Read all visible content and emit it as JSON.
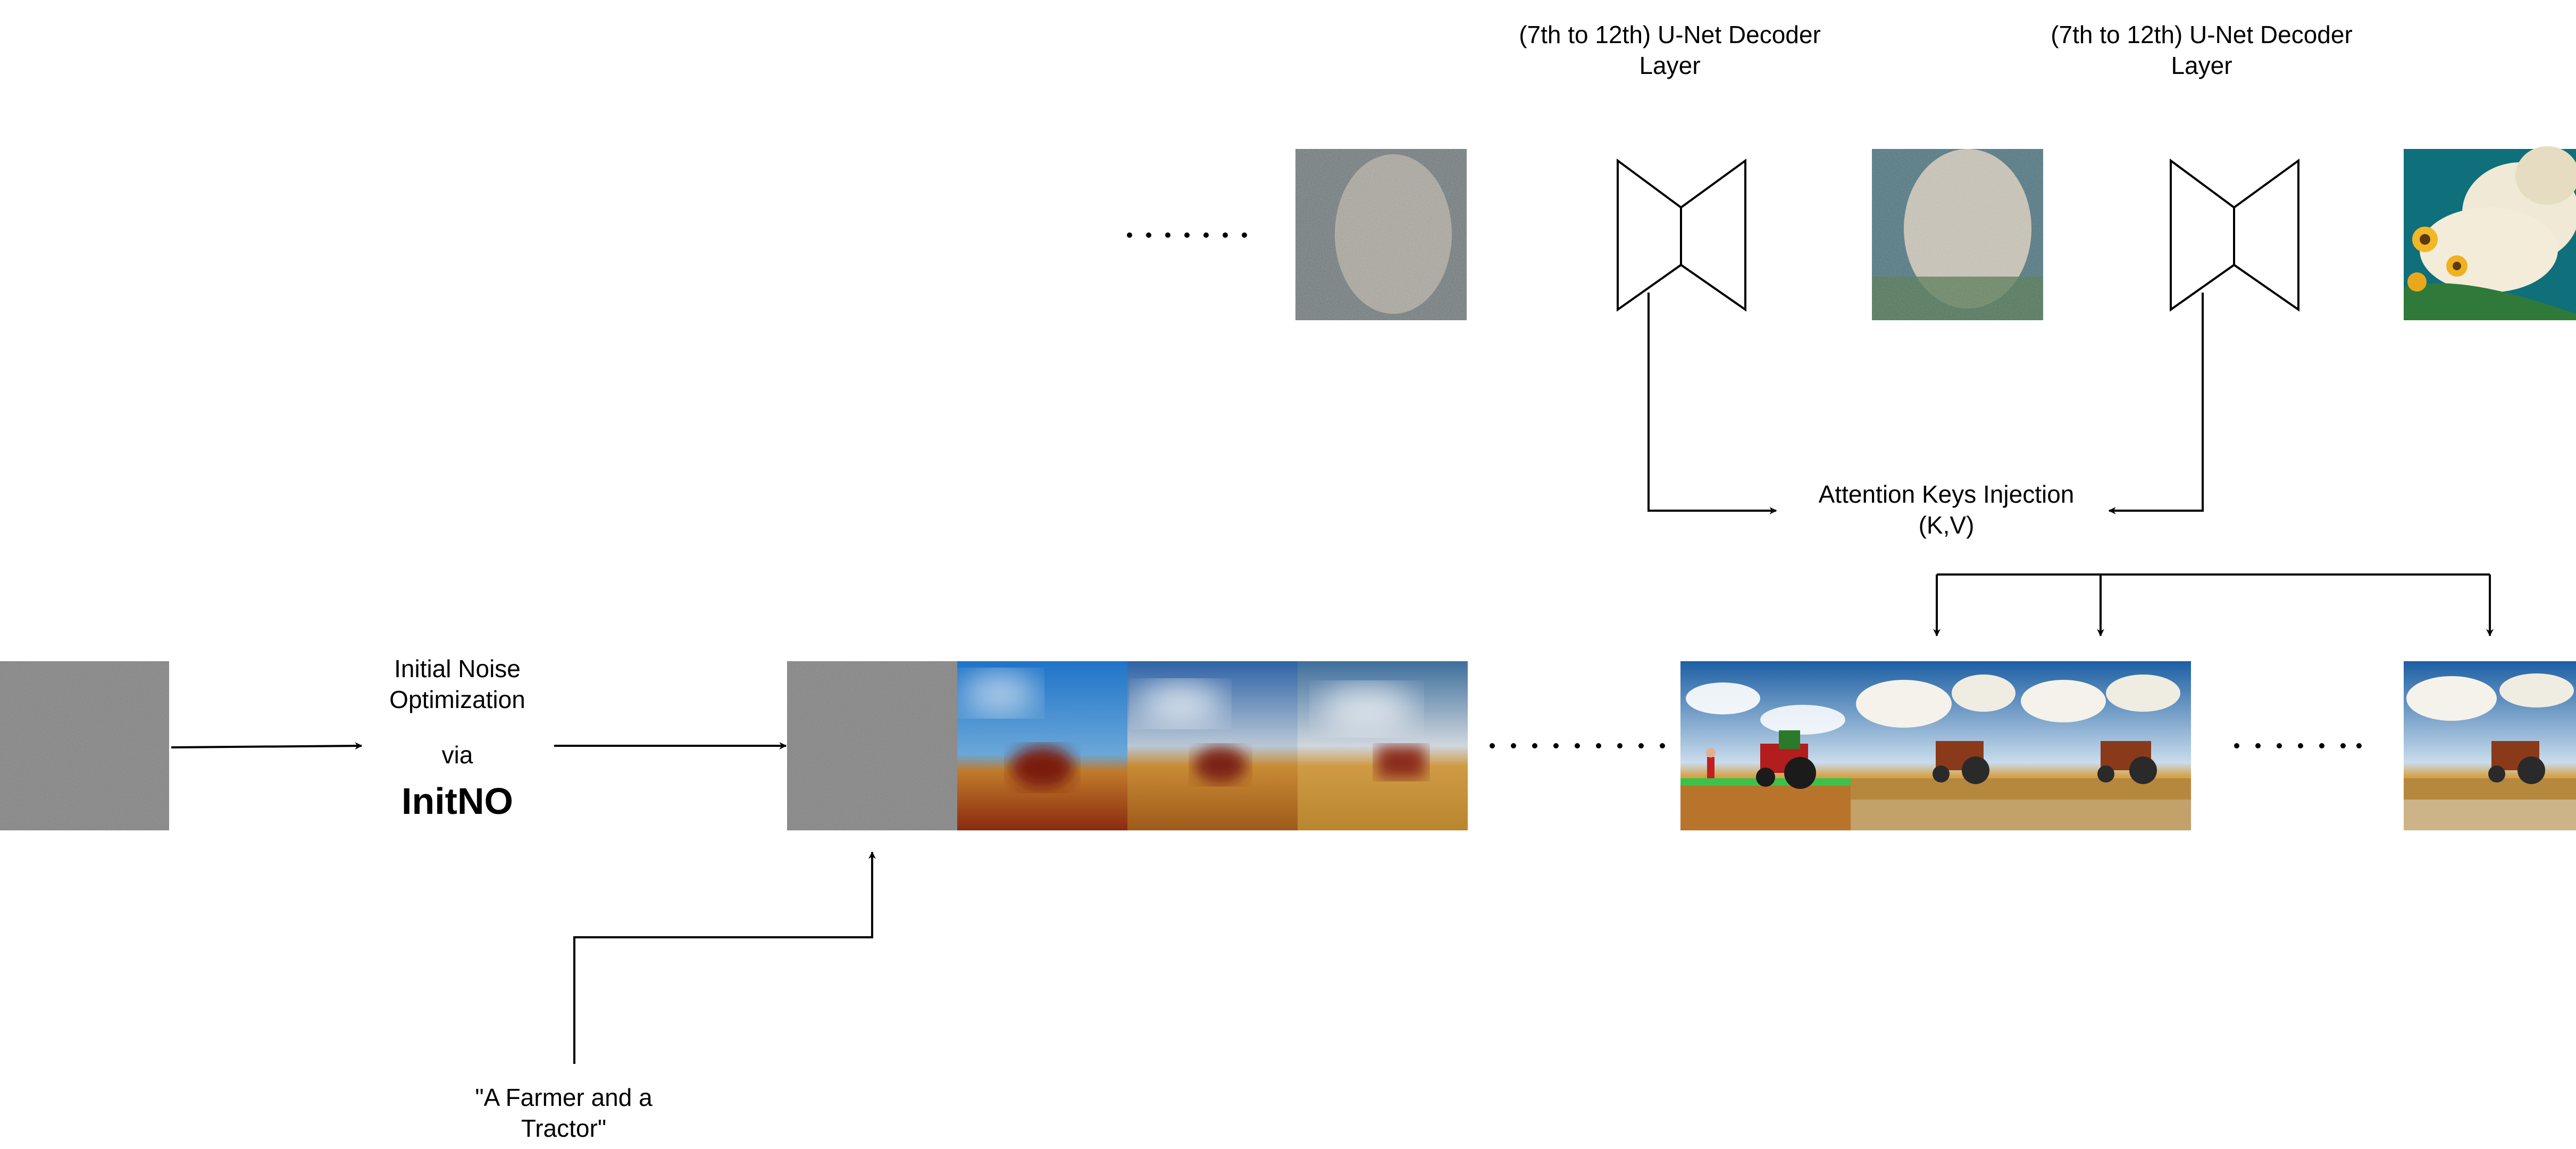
{
  "decoder_labels": [
    {
      "line1": "(7th to 12th) U-Net Decoder",
      "line2": "Layer"
    },
    {
      "line1": "(7th to 12th) U-Net Decoder",
      "line2": "Layer"
    }
  ],
  "attention": {
    "line1": "Attention Keys Injection",
    "line2": "(K,V)"
  },
  "initno": {
    "line1": "Initial Noise",
    "line2": "Optimization",
    "via": "via",
    "method": "InitNO"
  },
  "prompt": {
    "line1": "\"A Farmer and a",
    "line2": "Tractor\""
  },
  "images": {
    "top": [
      "noisy-mountain-frame",
      "partially-denoised-mountain-frame",
      "clean-sunflower-cloud-frame"
    ],
    "bottom": [
      "gaussian-noise-input",
      "optimized-noise-frame",
      "blurry-tractor-frame-1",
      "blurry-tractor-frame-2",
      "blurry-tractor-frame-3",
      "clean-farmer-tractor-frame",
      "injected-farmer-tractor-frame-1",
      "injected-farmer-tractor-frame-2",
      "injected-farmer-tractor-frame-last"
    ]
  },
  "ellipses": [
    "ellipsis-top",
    "ellipsis-middle",
    "ellipsis-right"
  ],
  "colors": {
    "line": "#000000",
    "noise": "#808080",
    "sky": "#2f6fb8",
    "field": "#c07a2a",
    "tractor_red": "#8e1a12"
  }
}
